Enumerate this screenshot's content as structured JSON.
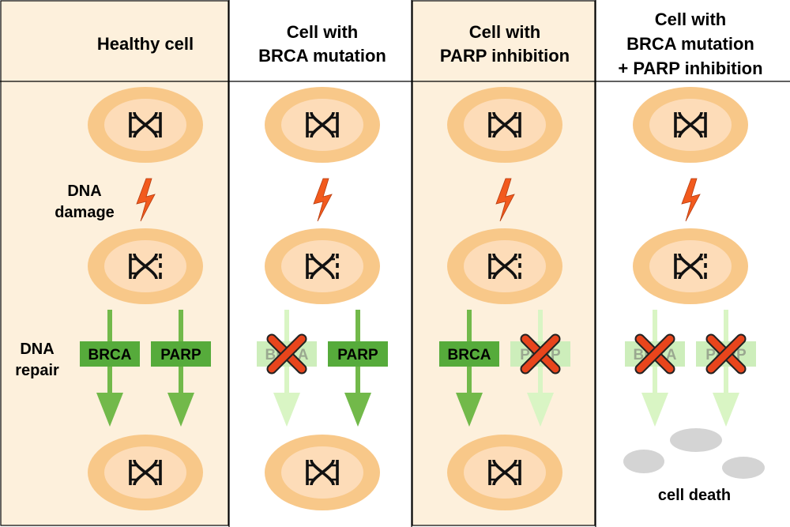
{
  "columns": [
    {
      "title": [
        "Healthy cell"
      ],
      "brca_active": true,
      "parp_active": true,
      "outcome": "repaired"
    },
    {
      "title": [
        "Cell with",
        "BRCA mutation"
      ],
      "brca_active": false,
      "parp_active": true,
      "outcome": "repaired"
    },
    {
      "title": [
        "Cell with",
        "PARP inhibition"
      ],
      "brca_active": true,
      "parp_active": false,
      "outcome": "repaired"
    },
    {
      "title": [
        "Cell with",
        "BRCA mutation",
        "+ PARP inhibition"
      ],
      "brca_active": false,
      "parp_active": false,
      "outcome": "death"
    }
  ],
  "labels": {
    "dna_damage": [
      "DNA",
      "damage"
    ],
    "dna_repair": [
      "DNA",
      "repair"
    ],
    "cell_death": "cell death",
    "brca": "BRCA",
    "parp": "PARP"
  },
  "icons": {
    "dna": "dna-helix-icon",
    "damage": "lightning-bolt-icon",
    "blocked": "cross-mark-icon"
  },
  "colors": {
    "highlight_bg": "#fdf0dc",
    "cell_outer": "#f8c889",
    "cell_inner": "#fddcb8",
    "active_green": "#72b94a",
    "active_box": "#56ab3b",
    "inactive_green": "#d9f5c4",
    "inactive_box": "#cdeebb",
    "bolt": "#f25a1d",
    "cross": "#e8451c",
    "debris": "#d4d4d4"
  }
}
